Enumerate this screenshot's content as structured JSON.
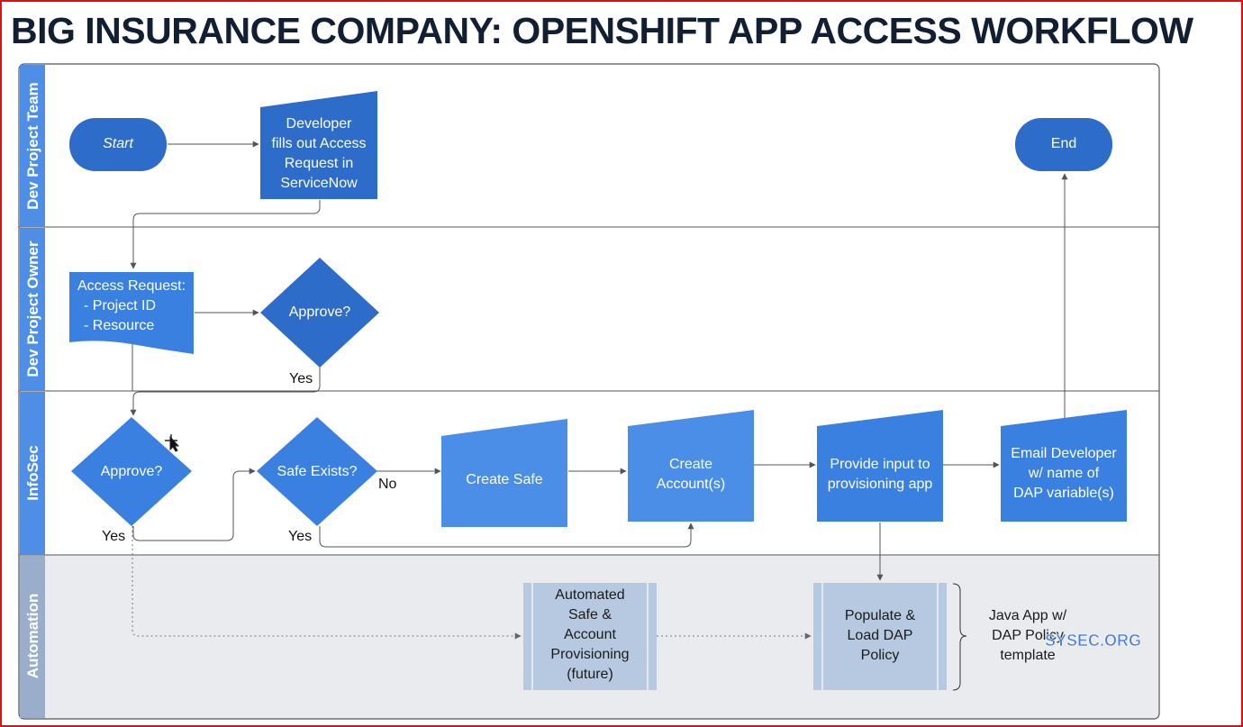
{
  "title": "BIG INSURANCE COMPANY: OPENSHIFT APP ACCESS WORKFLOW",
  "lanes": [
    {
      "label": "Dev Project Team"
    },
    {
      "label": "Dev Project Owner"
    },
    {
      "label": "InfoSec"
    },
    {
      "label": "Automation"
    }
  ],
  "nodes": {
    "start": {
      "lines": [
        "Start"
      ]
    },
    "developer_request": {
      "lines": [
        "Developer",
        "fills out Access",
        "Request in",
        "ServiceNow"
      ]
    },
    "end": {
      "lines": [
        "End"
      ]
    },
    "access_request": {
      "lines": [
        "Access Request:",
        "- Project ID",
        "- Resource"
      ]
    },
    "owner_approve": {
      "lines": [
        "Approve?"
      ]
    },
    "infosec_approve": {
      "lines": [
        "Approve?"
      ]
    },
    "safe_exists": {
      "lines": [
        "Safe Exists?"
      ]
    },
    "create_safe": {
      "lines": [
        "Create Safe"
      ]
    },
    "create_accounts": {
      "lines": [
        "Create",
        "Account(s)"
      ]
    },
    "provide_input": {
      "lines": [
        "Provide input to",
        "provisioning app"
      ]
    },
    "email_developer": {
      "lines": [
        "Email Developer",
        "w/ name of",
        "DAP variable(s)"
      ]
    },
    "automated_safe": {
      "lines": [
        "Automated",
        "Safe &",
        "Account",
        "Provisioning",
        "(future)"
      ]
    },
    "populate_dap": {
      "lines": [
        "Populate &",
        "Load DAP",
        "Policy"
      ]
    }
  },
  "edge_labels": {
    "owner_yes": "Yes",
    "infosec_yes": "Yes",
    "safe_no": "No",
    "safe_yes": "Yes"
  },
  "note": {
    "lines": [
      "Java App w/",
      "DAP Policy",
      "template"
    ]
  },
  "watermark": "SYSEC.ORG",
  "colors": {
    "node_fill": "#3a78d4",
    "node_fill_light": "#5b9bf0",
    "lane_bar": "#4f8ee6",
    "automation_bar": "#9aaecb",
    "automation_bg": "#e9ebee",
    "automation_node": "#b7c9e0",
    "title": "#121f33",
    "frame": "#e01010"
  }
}
